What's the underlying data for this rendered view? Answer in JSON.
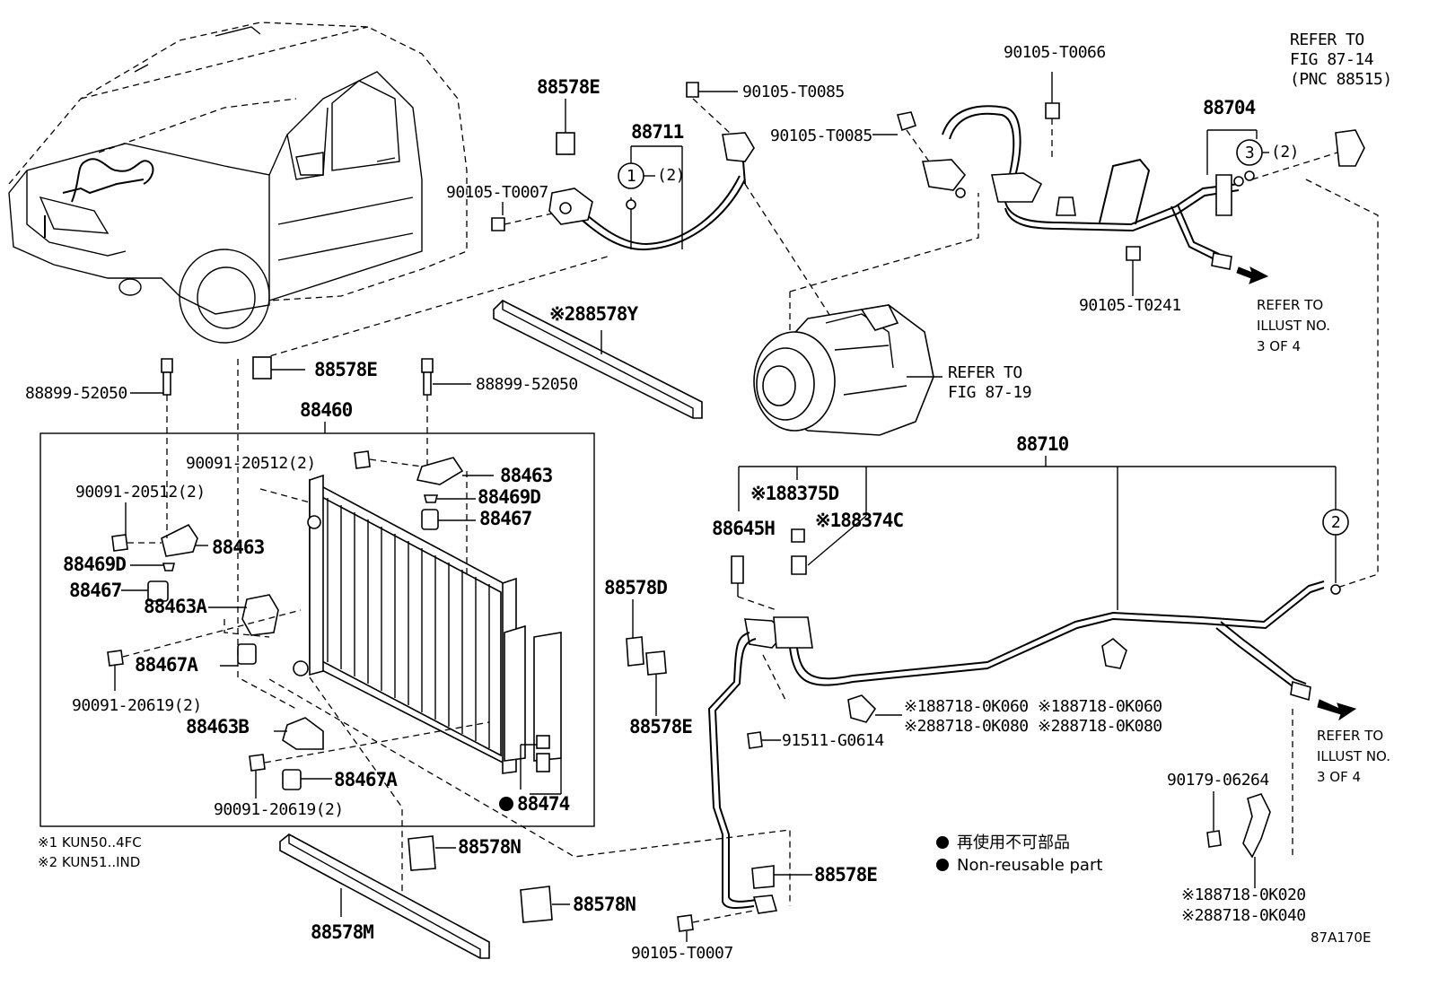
{
  "labels": {
    "l88578E_a": "88578E",
    "l88711": "88711",
    "l_t0085_a": "90105-T0085",
    "l_t0066": "90105-T0066",
    "l_t0085_b": "90105-T0085",
    "l_t0007_a": "90105-T0007",
    "l_c1_qty": "(2)",
    "l88578Y": "※288578Y",
    "l88704": "88704",
    "l_c3_qty": "(2)",
    "l_t0241": "90105-T0241",
    "l52050_a": "88899-52050",
    "l88578E_b": "88578E",
    "l52050_b": "88899-52050",
    "l88460": "88460",
    "l20512_a": "90091-20512(2)",
    "l88463_a": "88463",
    "l20512_b": "90091-20512(2)",
    "l88469D_a": "88469D",
    "l88467_a": "88467",
    "l88463_b": "88463",
    "l88469D_b": "88469D",
    "l88467_b": "88467",
    "l88463A": "88463A",
    "l88467A_a": "88467A",
    "l20619_a": "90091-20619(2)",
    "l88463B": "88463B",
    "l88467A_b": "88467A",
    "l20619_b": "90091-20619(2)",
    "l88474": "88474",
    "l88710": "88710",
    "l88375D": "※188375D",
    "l88374C": "※188374C",
    "l88645H": "88645H",
    "l88578D": "88578D",
    "l88578E_c": "88578E",
    "l0K060_a": "※188718-0K060",
    "l0K080_a": "※288718-0K080",
    "l0K060_b": "※188718-0K060",
    "l0K080_b": "※288718-0K080",
    "lG0614": "91511-G0614",
    "l06264": "90179-06264",
    "l0K020": "※188718-0K020",
    "l0K040": "※288718-0K040",
    "l88578N_a": "88578N",
    "l88578N_b": "88578N",
    "l88578M": "88578M",
    "l88578E_d": "88578E",
    "l_t0007_b": "90105-T0007",
    "c1": "1",
    "c2": "2",
    "c3": "3"
  },
  "refers": {
    "fig8714_l1": "REFER TO",
    "fig8714_l2": "FIG 87-14",
    "fig8714_l3": "(PNC 88515)",
    "fig8719_l1": "REFER TO",
    "fig8719_l2": "FIG 87-19",
    "illust_a_l1": "REFER TO",
    "illust_a_l2": "ILLUST NO.",
    "illust_a_l3": "3 OF 4",
    "illust_b_l1": "REFER TO",
    "illust_b_l2": "ILLUST NO.",
    "illust_b_l3": "3 OF 4"
  },
  "notes": {
    "n1": "※1 KUN50..4FC",
    "n2": "※2 KUN51..IND"
  },
  "legend": {
    "jp": "再使用不可部品",
    "en": "Non-reusable part"
  },
  "figure_id": "87A170E"
}
